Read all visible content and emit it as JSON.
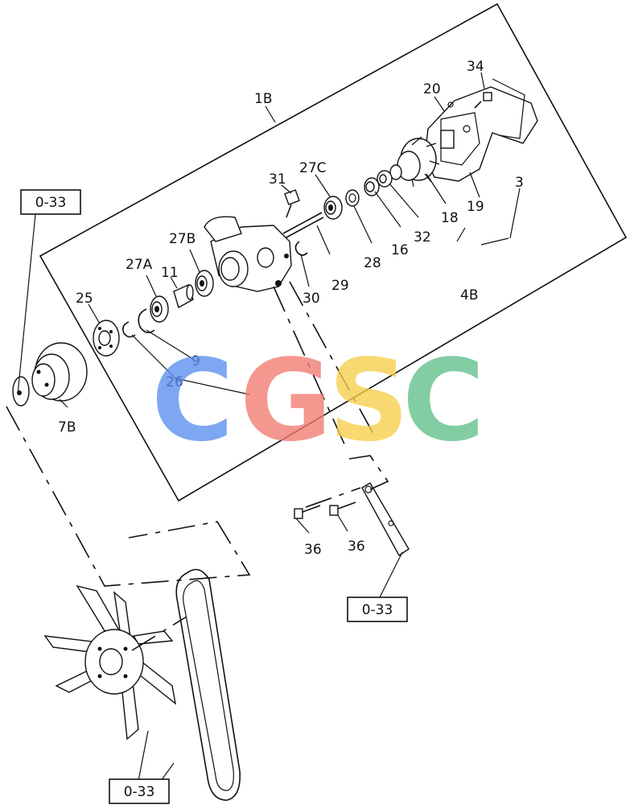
{
  "callouts": {
    "c1B": "1B",
    "c34": "34",
    "c20": "20",
    "c3": "3",
    "c19": "19",
    "c18": "18",
    "c27C": "27C",
    "c31": "31",
    "c32": "32",
    "c16": "16",
    "c4B": "4B",
    "c28": "28",
    "c29": "29",
    "c27B": "27B",
    "c27A": "27A",
    "c11": "11",
    "c30": "30",
    "c25": "25",
    "c9": "9",
    "c26": "26",
    "c7B": "7B",
    "c36a": "36",
    "c36b": "36"
  },
  "references": {
    "ref_left": "0-33",
    "ref_bracket": "0-33",
    "ref_bottom": "0-33"
  },
  "watermark": {
    "letters": [
      "C",
      "G",
      "S",
      "C"
    ],
    "colors": [
      "#5b8ff0",
      "#f07a70",
      "#f7cf4a",
      "#5fc08a"
    ]
  }
}
